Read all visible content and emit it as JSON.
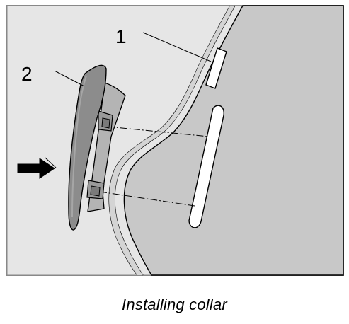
{
  "figure": {
    "callouts": [
      {
        "number": "1",
        "part": "slot"
      },
      {
        "number": "2",
        "part": "collar"
      }
    ],
    "direction_icon": "arrow-right-icon",
    "colors": {
      "frame": "#888888",
      "background": "#e6e6e6",
      "panel": "#c8c8c8",
      "collar_face": "#8c8c8c",
      "collar_side": "#b4b4b4",
      "outline": "#000000"
    }
  },
  "caption": "Installing collar"
}
